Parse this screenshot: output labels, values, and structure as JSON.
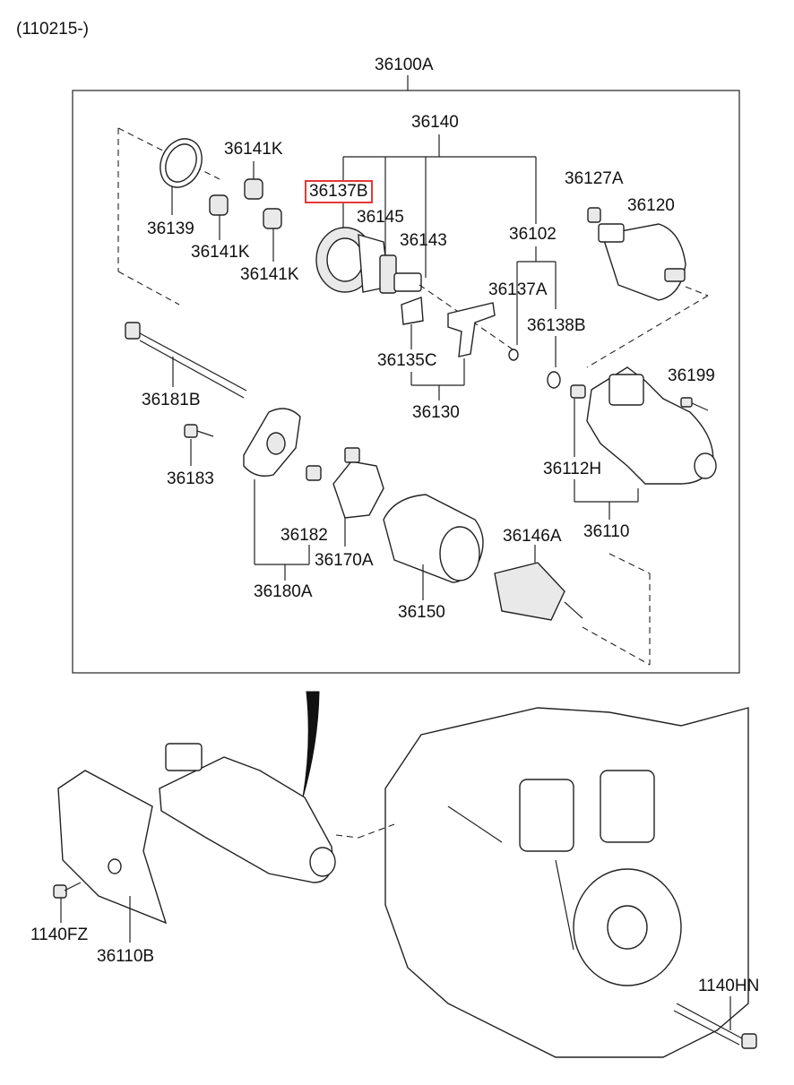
{
  "revision": "(110215-)",
  "highlight_color": "#e53935",
  "assembly": "36100A",
  "labels": {
    "p36140": "36140",
    "p36141K_a": "36141K",
    "p36137B": "36137B",
    "p36145": "36145",
    "p36139": "36139",
    "p36141K_b": "36141K",
    "p36141K_c": "36141K",
    "p36143": "36143",
    "p36102": "36102",
    "p36127A": "36127A",
    "p36120": "36120",
    "p36137A": "36137A",
    "p36138B": "36138B",
    "p36135C": "36135C",
    "p36130": "36130",
    "p36181B": "36181B",
    "p36199": "36199",
    "p36183": "36183",
    "p36112H": "36112H",
    "p36182": "36182",
    "p36170A": "36170A",
    "p36146A": "36146A",
    "p36110": "36110",
    "p36180A": "36180A",
    "p36150": "36150",
    "p1140FZ": "1140FZ",
    "p36110B": "36110B",
    "p1140HN": "1140HN"
  }
}
